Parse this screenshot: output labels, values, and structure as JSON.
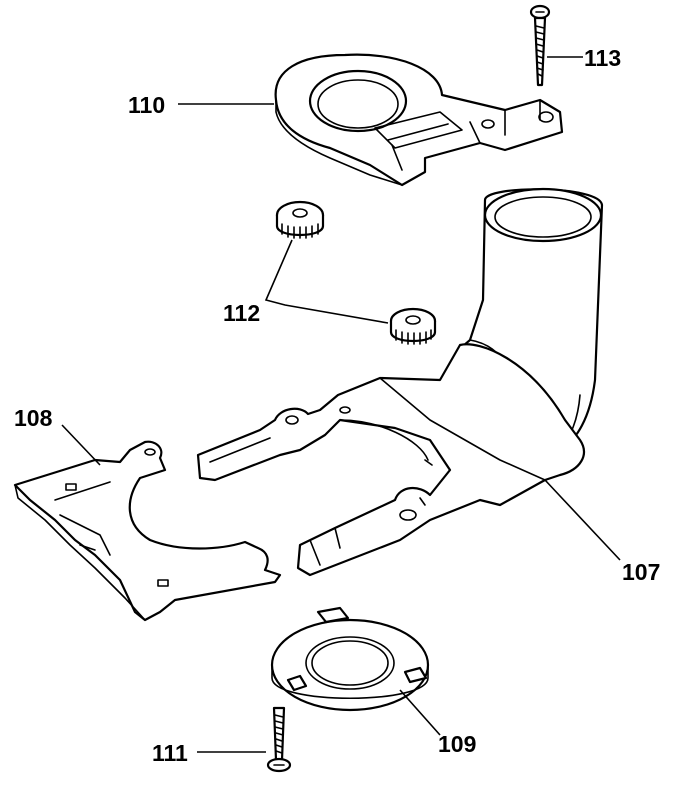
{
  "callouts": {
    "p107": "107",
    "p108": "108",
    "p109": "109",
    "p110": "110",
    "p111": "111",
    "p112": "112",
    "p113": "113"
  }
}
